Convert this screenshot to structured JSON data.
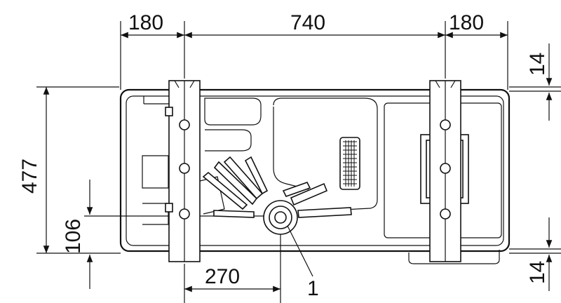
{
  "dimensions": {
    "top_left": "180",
    "top_middle": "740",
    "top_right": "180",
    "left_height": "477",
    "left_offset": "106",
    "bottom_offset": "270",
    "right_top": "14",
    "right_bottom": "14"
  },
  "callout": {
    "label": "1"
  }
}
